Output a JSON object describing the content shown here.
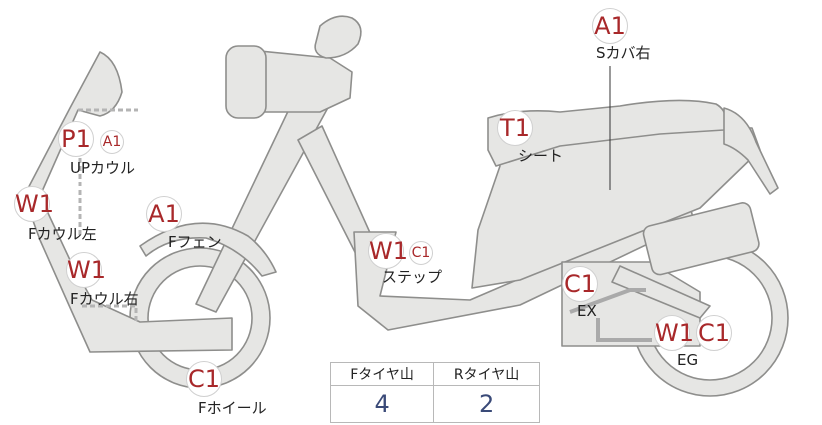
{
  "parts": [
    {
      "id": "s-cover-right",
      "badges": [
        {
          "code": "A1",
          "size": "big"
        }
      ],
      "label": "Sカバ右"
    },
    {
      "id": "up-cowl",
      "badges": [
        {
          "code": "P1",
          "size": "big"
        },
        {
          "code": "A1",
          "size": "small"
        }
      ],
      "label": "UPカウル"
    },
    {
      "id": "seat",
      "badges": [
        {
          "code": "T1",
          "size": "big"
        }
      ],
      "label": "シート"
    },
    {
      "id": "f-cowl-left",
      "badges": [
        {
          "code": "W1",
          "size": "big"
        }
      ],
      "label": "Fカウル左"
    },
    {
      "id": "f-fender",
      "badges": [
        {
          "code": "A1",
          "size": "big"
        }
      ],
      "label": "Fフェン"
    },
    {
      "id": "step",
      "badges": [
        {
          "code": "W1",
          "size": "big"
        },
        {
          "code": "C1",
          "size": "small"
        }
      ],
      "label": "ステップ"
    },
    {
      "id": "f-cowl-right",
      "badges": [
        {
          "code": "W1",
          "size": "big"
        }
      ],
      "label": "Fカウル右"
    },
    {
      "id": "exhaust",
      "badges": [
        {
          "code": "C1",
          "size": "big"
        }
      ],
      "label": "EX"
    },
    {
      "id": "engine",
      "badges": [
        {
          "code": "W1",
          "size": "big"
        },
        {
          "code": "C1",
          "size": "big"
        }
      ],
      "label": "EG"
    },
    {
      "id": "f-wheel",
      "badges": [
        {
          "code": "C1",
          "size": "big"
        }
      ],
      "label": "Fホイール"
    }
  ],
  "tire_table": {
    "headers": [
      "Fタイヤ山",
      "Rタイヤ山"
    ],
    "values": [
      "4",
      "2"
    ]
  },
  "colors": {
    "badge_text": "#a8282a",
    "body_fill": "#e6e6e4",
    "body_stroke": "#8e8e8c",
    "table_value": "#3a4a78"
  }
}
